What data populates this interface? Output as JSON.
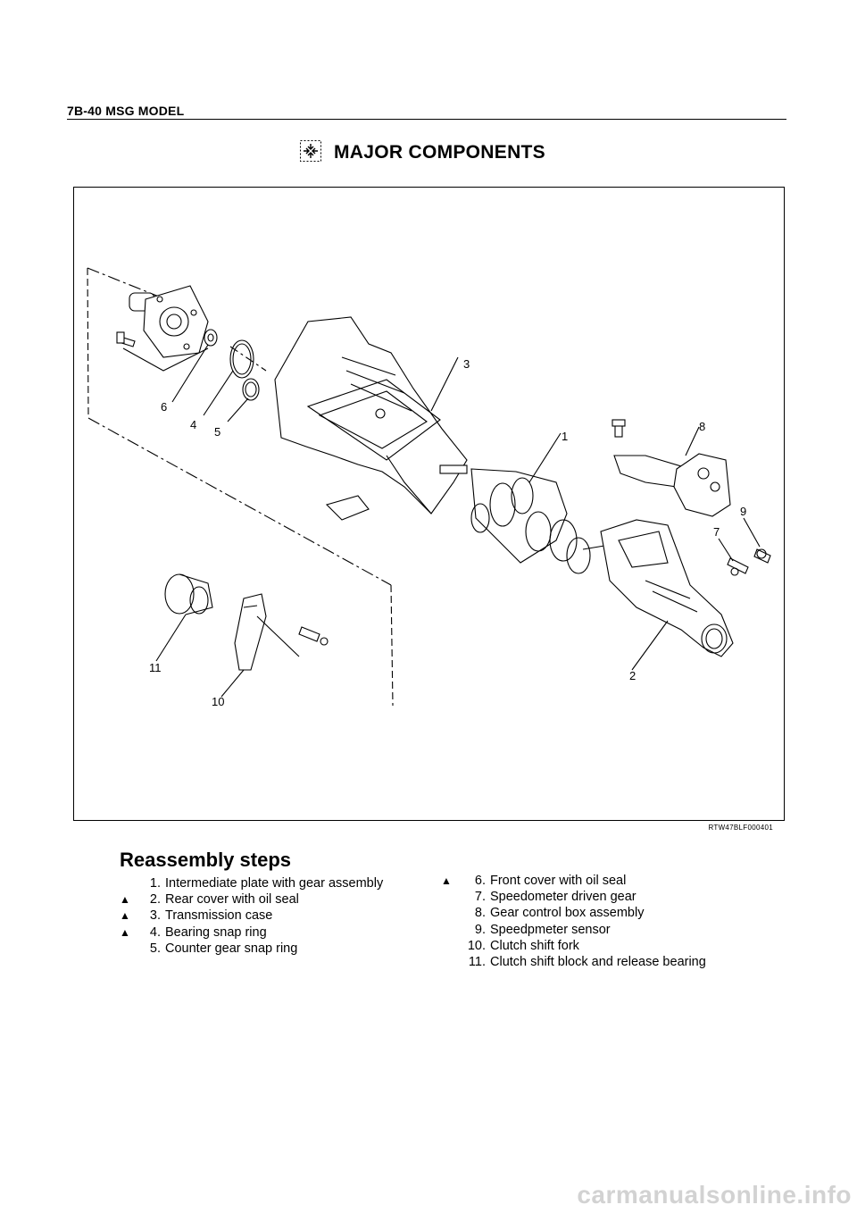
{
  "header": {
    "page_ref": "7B-40  MSG MODEL"
  },
  "section": {
    "title": "MAJOR COMPONENTS",
    "icon": "exploded-view-icon"
  },
  "figure": {
    "id": "RTW47BLF000401",
    "callouts": [
      "1",
      "2",
      "3",
      "4",
      "5",
      "6",
      "7",
      "8",
      "9",
      "10",
      "11"
    ]
  },
  "reassembly": {
    "title": "Reassembly steps",
    "left": [
      {
        "marker": "",
        "num": "1.",
        "text": "Intermediate plate with gear assembly"
      },
      {
        "marker": "▲",
        "num": "2.",
        "text": "Rear cover with oil seal"
      },
      {
        "marker": "▲",
        "num": "3.",
        "text": "Transmission case"
      },
      {
        "marker": "▲",
        "num": "4.",
        "text": "Bearing snap ring"
      },
      {
        "marker": "",
        "num": "5.",
        "text": "Counter gear snap ring"
      }
    ],
    "right": [
      {
        "marker": "▲",
        "num": "6.",
        "text": "Front cover with oil seal"
      },
      {
        "marker": "",
        "num": "7.",
        "text": "Speedometer driven gear"
      },
      {
        "marker": "",
        "num": "8.",
        "text": "Gear control box assembly"
      },
      {
        "marker": "",
        "num": "9.",
        "text": "Speedpmeter sensor"
      },
      {
        "marker": "",
        "num": "10.",
        "text": "Clutch shift fork"
      },
      {
        "marker": "",
        "num": "11.",
        "text": "Clutch shift block and release bearing"
      }
    ]
  },
  "watermark": "carmanualsonline.info"
}
